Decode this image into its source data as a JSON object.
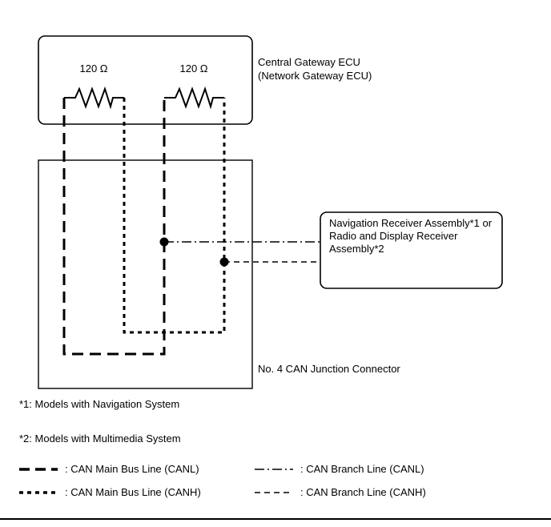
{
  "diagram": {
    "gateway_box_label": "Central Gateway ECU\n(Network Gateway ECU)",
    "resistor_left_label": "120 Ω",
    "resistor_right_label": "120 Ω",
    "receiver_box_label": "Navigation Receiver Assembly*1 or\nRadio and Display Receiver\nAssembly*2",
    "junction_label": "No. 4 CAN Junction Connector"
  },
  "notes": [
    "*1: Models with Navigation System",
    "*2: Models with Multimedia System"
  ],
  "legend": {
    "main_canl": ": CAN Main Bus Line (CANL)",
    "main_canh": ": CAN Main Bus Line (CANH)",
    "branch_canl": ": CAN Branch Line (CANL)",
    "branch_canh": ": CAN Branch Line (CANH)"
  },
  "colors": {
    "line": "#000000",
    "background": "#ffffff"
  }
}
